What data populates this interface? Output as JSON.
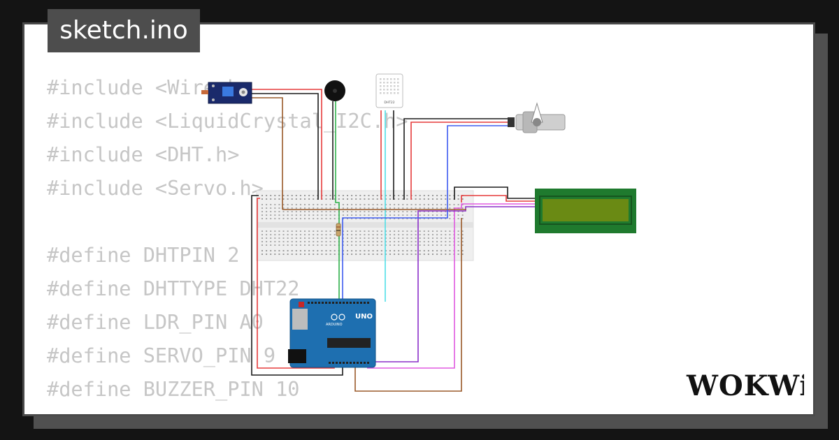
{
  "file_tab": {
    "label": "sketch.ino"
  },
  "code_lines": [
    "#include <Wire.h>",
    "#include <LiquidCrystal_I2C.h>",
    "#include <DHT.h>",
    "#include <Servo.h>",
    "",
    "#define DHTPIN 2",
    "#define DHTTYPE DHT22",
    "#define LDR_PIN A0",
    "#define SERVO_PIN 9",
    "#define BUZZER_PIN 10"
  ],
  "brand": {
    "name": "WOKWi"
  },
  "circuit": {
    "components": {
      "arduino": {
        "model_label": "UNO",
        "brand_label": "ARDUINO"
      },
      "dht_sensor": {
        "label": "DHT22"
      },
      "ldr_module": {
        "icon": "ldr-module-icon"
      },
      "buzzer": {
        "icon": "buzzer-icon"
      },
      "servo": {
        "icon": "servo-icon"
      },
      "lcd": {
        "icon": "lcd-icon",
        "screen_color": "#6a8a14",
        "board_color": "#1f7a2e"
      }
    },
    "colors": {
      "red": "#e63b3b",
      "black": "#1a1a1a",
      "green": "#2fb14a",
      "cyan": "#4fe0e8",
      "blue": "#3f5cf0",
      "brown": "#9a5a2a",
      "purple": "#8b2fc9",
      "magenta": "#e05ae0",
      "board": "#1e6fb0"
    }
  }
}
